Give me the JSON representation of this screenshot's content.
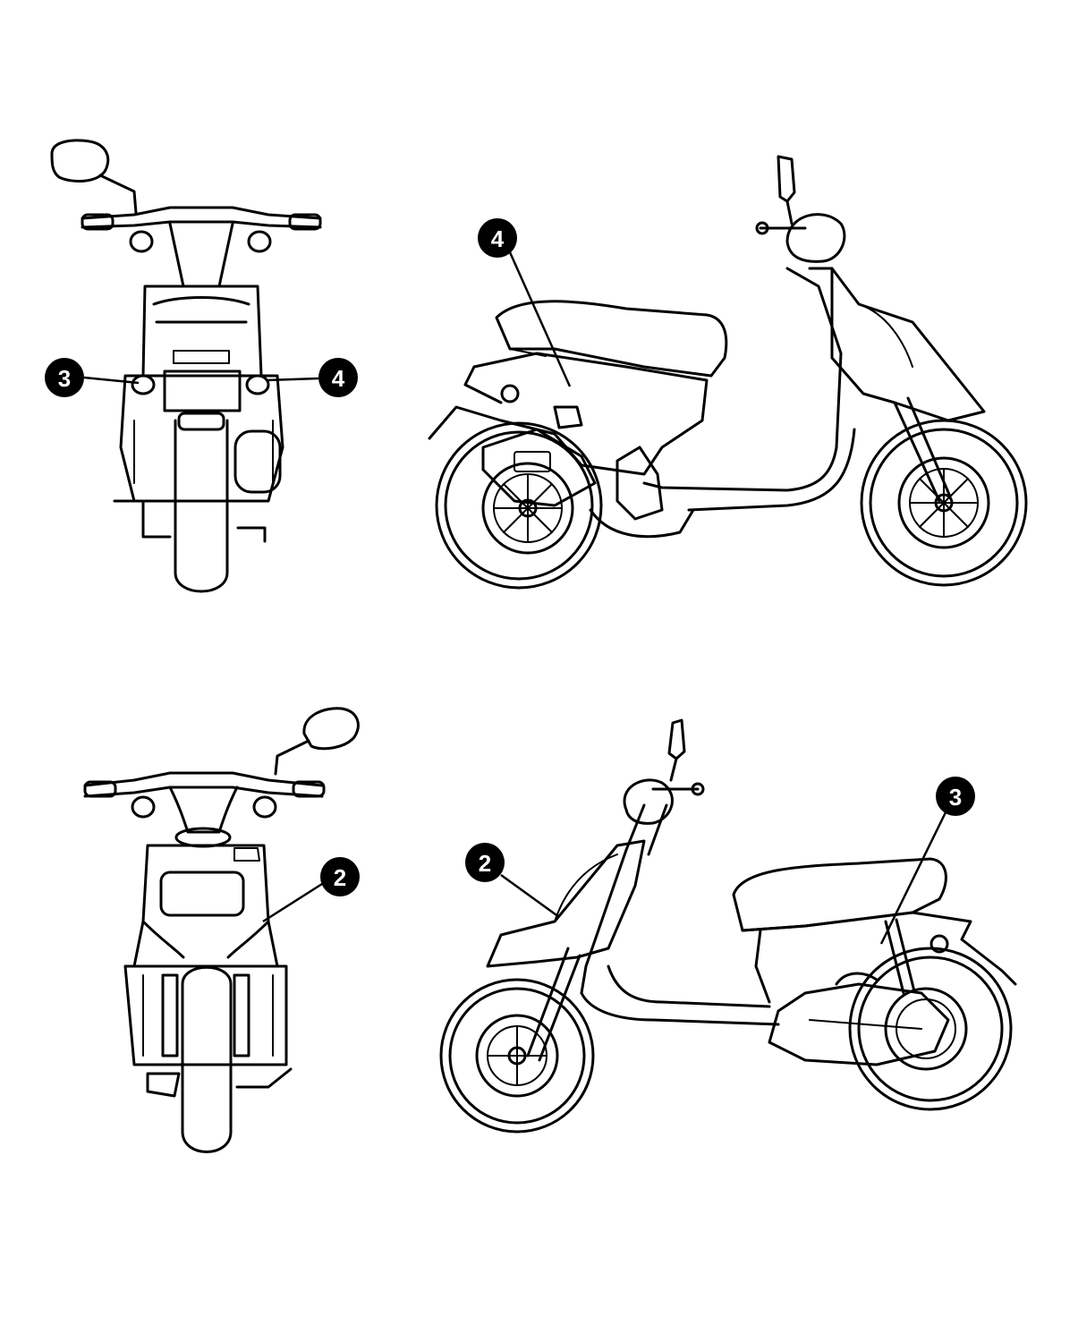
{
  "views": [
    {
      "id": "rear",
      "callouts": [
        {
          "label": "3",
          "side": "left"
        },
        {
          "label": "4",
          "side": "right"
        }
      ]
    },
    {
      "id": "left-side",
      "callouts": [
        {
          "label": "4"
        }
      ]
    },
    {
      "id": "front",
      "callouts": [
        {
          "label": "2"
        }
      ]
    },
    {
      "id": "right-side",
      "callouts": [
        {
          "label": "2"
        },
        {
          "label": "3"
        }
      ]
    }
  ],
  "colors": {
    "ink": "#000000",
    "paper": "#ffffff",
    "badge_text": "#ffffff"
  }
}
